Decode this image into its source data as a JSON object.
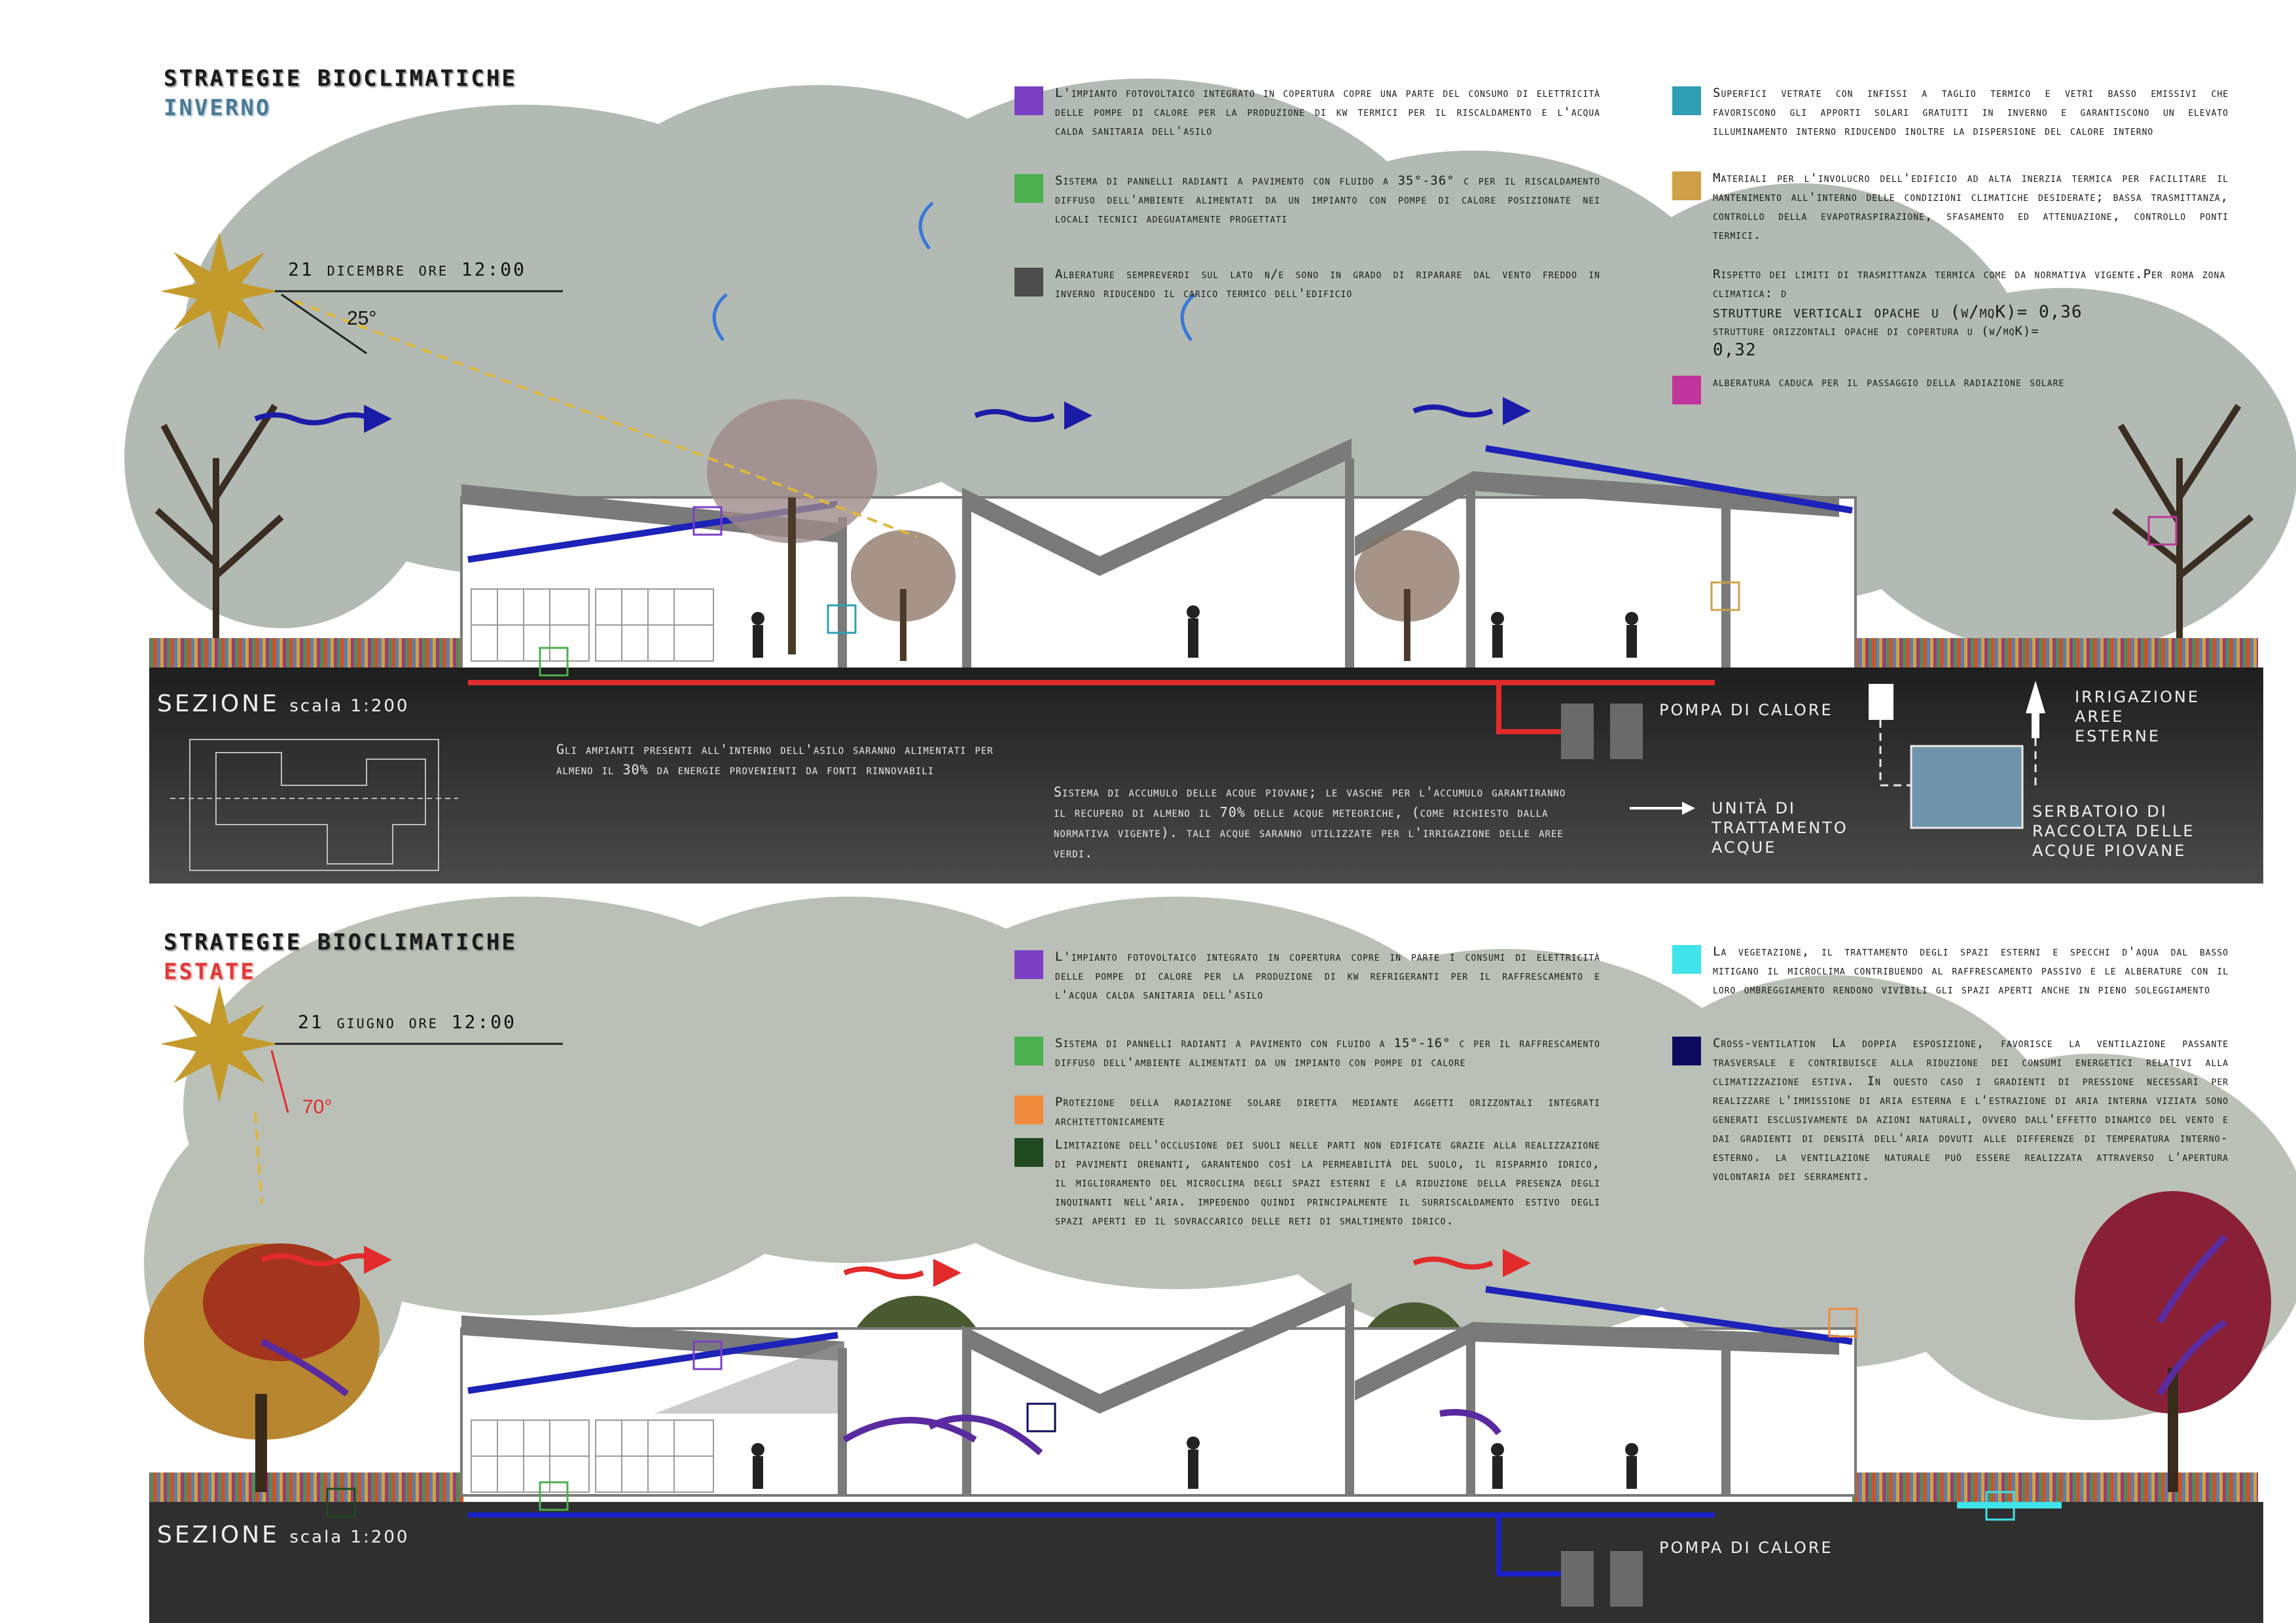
{
  "winter": {
    "title": "Strategie bioclimatiche",
    "subtitle": "Inverno",
    "sun_label": "21 dicembre ore 12:00",
    "sun_angle": "25°",
    "section_label": "SEZIONE",
    "section_scale": "scala 1:200",
    "legend_left": [
      {
        "color": "#7b3fc4",
        "text": "L'impianto fotovoltaico  integrato in copertura copre una parte del  consumo di elettricità delle pompe di calore per la produzione di kw termici per il riscaldamento e l'acqua calda sanitaria dell'asilo"
      },
      {
        "color": "#4caf50",
        "text": "Sistema di pannelli radianti a pavimento con fluido a 35°-36° c per il riscaldamento diffuso dell'ambiente alimentati da un impianto con pompe di calore posizionate nei locali tecnici adeguatamente progettati"
      },
      {
        "color": "#4d4d4d",
        "text": "Alberature sempreverdi sul lato n/e sono in grado di riparare dal vento freddo in inverno riducendo il carico termico dell'edificio"
      }
    ],
    "legend_right": [
      {
        "color": "#2f9fb5",
        "text": "Superfici vetrate con infissi a taglio termico e vetri basso emissivi che favoriscono gli apporti solari gratuiti in inverno e garantiscono un elevato illuminamento interno riducendo inoltre la dispersione del calore interno"
      },
      {
        "color": "#d0a048",
        "text": "Materiali per l'involucro dell'edificio ad alta inerzia termica per facilitare il mantenimento all'interno delle condizioni climatiche desiderate; bassa trasmittanza, controllo della evapotraspirazione, sfasamento ed attenuazione, controllo ponti termici."
      }
    ],
    "trasmittanza": {
      "line1": "Rispetto dei limiti di trasmittanza termica come da normativa vigente.Per roma zona climatica: d",
      "line2": "strutture verticali opache u (w/mqK)= 0,36",
      "line3": "strutture orizzontali opache di copertura u (w/mqK)=",
      "line4": "0,32"
    },
    "legend_magenta": {
      "color": "#c0359c",
      "text": "alberatura caduca per il passaggio della radiazione solare"
    },
    "ground_text_left": "Gli ampianti presenti all'interno dell'asilo saranno alimentati per almeno il 30% da energie provenienti da fonti rinnovabili",
    "ground_text_mid": "Sistema di accumulo delle acque piovane; le vasche per l'accumulo garantiranno il recupero di almeno il 70% delle acque meteoriche, (come richiesto dalla normativa vigente). tali acque saranno utilizzate per l'irrigazione delle aree verdi.",
    "pompa_label": "Pompa di calore",
    "irrigazione_label": "Irrigazione aree esterne",
    "unita_label": "Unità di trattamento acque",
    "serbatoio_label": "Serbatoio di raccolta delle acque piovane"
  },
  "summer": {
    "title": "Strategie bioclimatiche",
    "subtitle": "Estate",
    "sun_label": "21 giugno ore 12:00",
    "sun_angle": "70°",
    "section_label": "SEZIONE",
    "section_scale": "scala 1:200",
    "legend_left": [
      {
        "color": "#7b3fc4",
        "text": "L'impianto fotovoltaico  integrato in copertura copre in parte i consumi di elettricità delle pompe di calore per la produzione di kw refrigeranti per il raffrescamento e l'acqua calda sanitaria dell'asilo"
      },
      {
        "color": "#4caf50",
        "text": "Sistema di pannelli radianti a pavimento con fluido a 15°-16° c per il raffrescamento diffuso dell'ambiente alimentati da un impianto con pompe di calore"
      },
      {
        "color": "#f08a3c",
        "text": "Protezione della radiazione solare diretta mediante aggetti orizzontali integrati architettonicamente"
      },
      {
        "color": "#1f4a1f",
        "text": "Limitazione dell'occlusione dei suoli nelle parti non edificate grazie alla realizzazione di pavimenti drenanti, garantendo così la permeabilità del suolo, il risparmio idrico, il miglioramento del microclima degli spazi esterni e la riduzione della presenza degli inquinanti nell'aria. impedendo quindi principalmente il surriscaldamento estivo degli spazi aperti ed il sovraccarico delle reti di smaltimento idrico."
      }
    ],
    "legend_right": [
      {
        "color": "#3fe3ea",
        "text": "La vegetazione, il trattamento degli spazi esterni e specchi d'aqua dal basso mitigano il microclima contribuendo al raffrescamento passivo e le alberature con il loro ombreggiamento rendono vivibili gli spazi aperti anche in pieno soleggiamento"
      },
      {
        "color": "#0c0a5e",
        "text": "Cross-ventilation La doppia esposizione, favorisce la ventilazione passante trasversale e contribuisce alla riduzione dei consumi energetici relativi alla climatizzazione estiva. In questo caso i gradienti di pressione necessari per realizzare l'immissione di aria esterna e l'estrazione di aria interna viziata sono generati esclusivamente da azioni naturali, ovvero dall'effetto dinamico del vento e dai gradienti di densità dell'aria dovuti alle differenze di temperatura interno-esterno. la ventilazione naturale può essere realizzata attraverso l'apertura volontaria dei serramenti."
      }
    ],
    "pompa_label": "Pompa di calore"
  },
  "colors": {
    "winter_heating": "#e22b2b",
    "summer_cooling": "#1a22c8",
    "pv_roof": "#1d22b8",
    "ground": "#333333",
    "tank": "#6f93a8",
    "roof_grey": "#7a7a7a",
    "sun": "#c49a2b"
  },
  "icons": [
    "sun-icon",
    "wind-arrow-icon",
    "heat-arrow-icon",
    "tree-icon",
    "person-icon",
    "pump-icon",
    "tank-icon"
  ]
}
